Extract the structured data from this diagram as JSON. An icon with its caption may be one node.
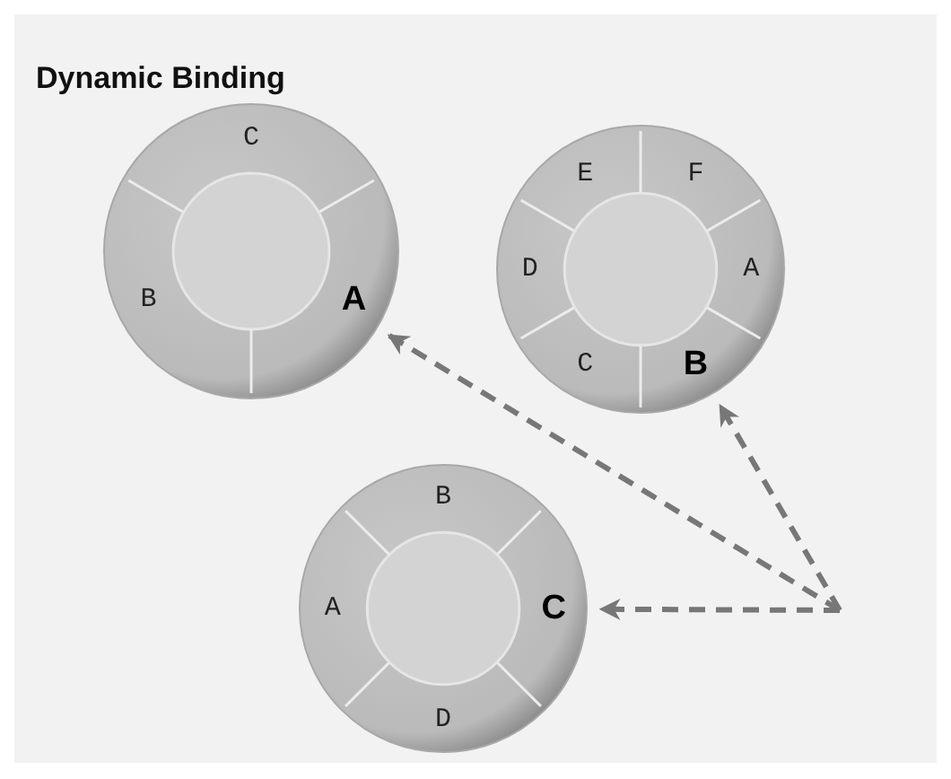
{
  "diagram": {
    "title": "Dynamic Binding",
    "nodes": [
      {
        "text": [
          "C",
          "B",
          "A"
        ]
      },
      {
        "text": [
          "E",
          "F",
          "D",
          "A",
          "C",
          "B"
        ]
      },
      {
        "text": [
          "B",
          "A",
          "C",
          "D"
        ]
      }
    ],
    "edges": [
      {
        "from": null,
        "to": 0,
        "arrow": "to",
        "style": "dashed"
      },
      {
        "from": null,
        "to": 1,
        "arrow": "to",
        "style": "dashed"
      },
      {
        "from": null,
        "to": 2,
        "arrow": "to",
        "style": "dashed"
      }
    ]
  }
}
